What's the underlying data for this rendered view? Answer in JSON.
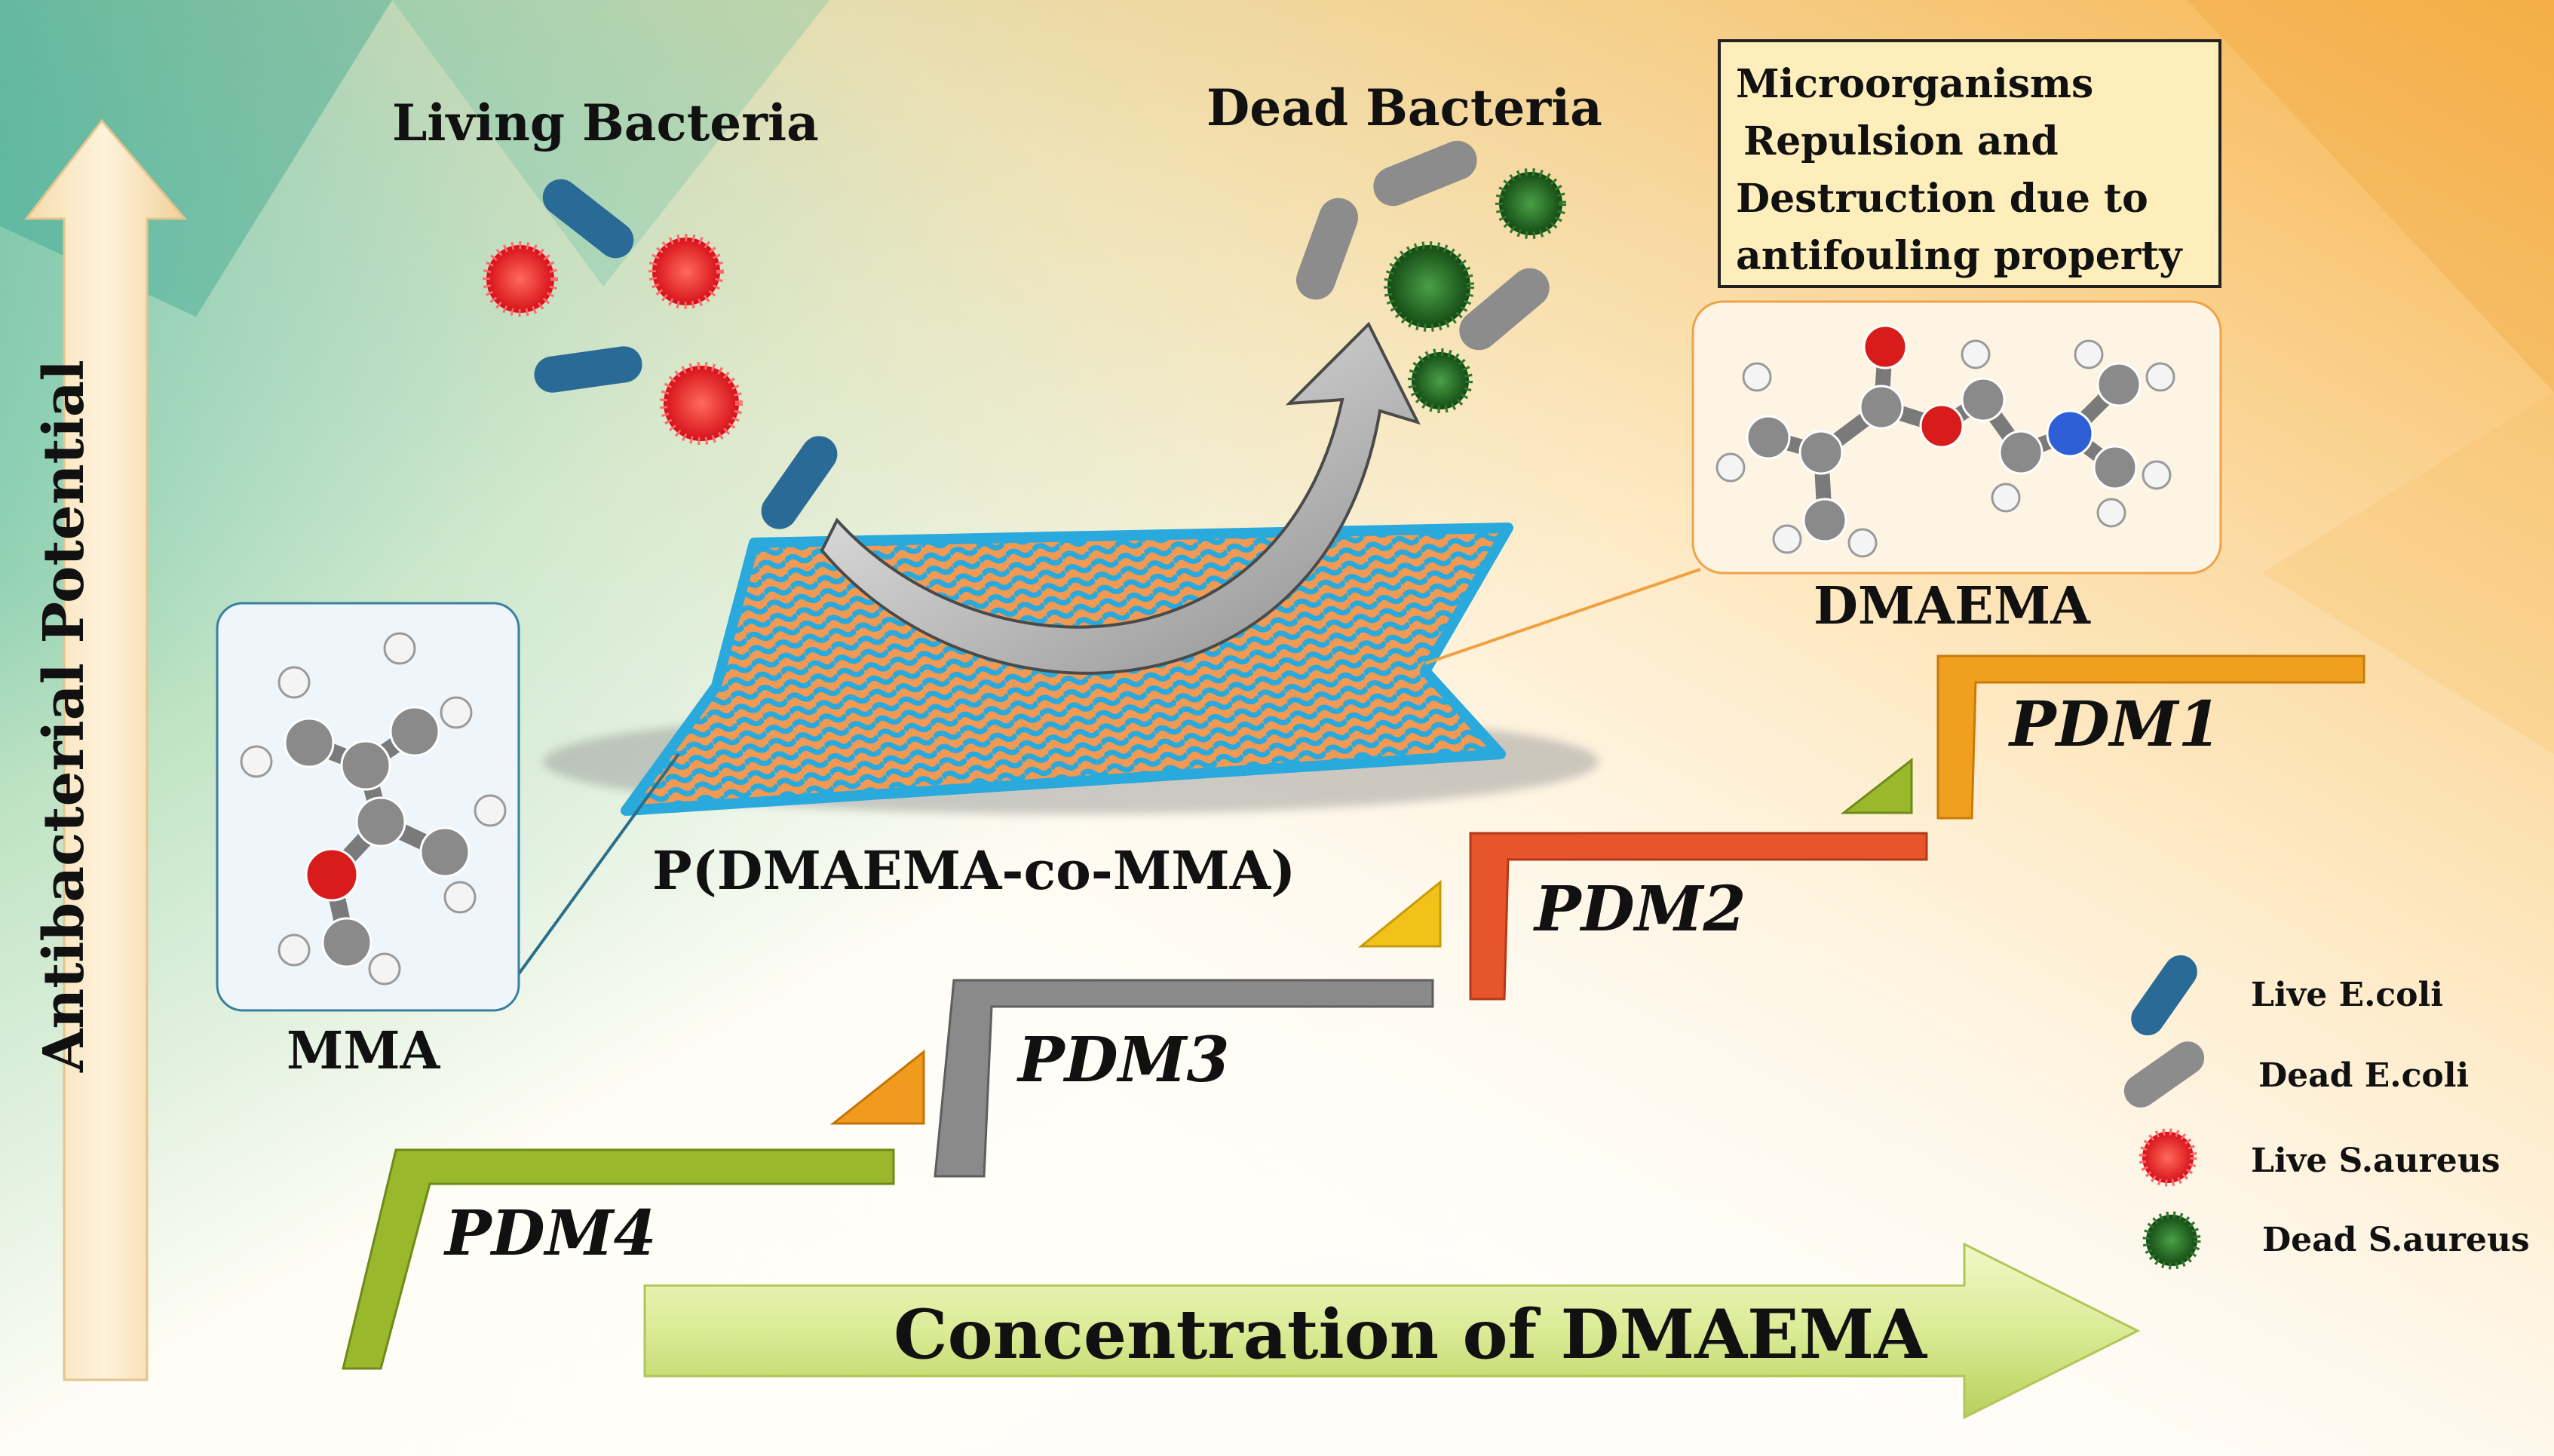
{
  "vertical_axis_label": "Antibacterial Potential",
  "horizontal_axis_label": "Concentration of DMAEMA",
  "living_bacteria_label": "Living Bacteria",
  "dead_bacteria_label": "Dead Bacteria",
  "info_box": {
    "lines": [
      "Microorganisms",
      "Repulsion and",
      "Destruction due to",
      "antifouling property"
    ]
  },
  "molecules": {
    "mma": "MMA",
    "dmaema": "DMAEMA"
  },
  "polymer_label": "P(DMAEMA-co-MMA)",
  "steps": [
    {
      "label": "PDM1",
      "color": "#f0a01e"
    },
    {
      "label": "PDM2",
      "color": "#e8552a"
    },
    {
      "label": "PDM3",
      "color": "#8a8a8a"
    },
    {
      "label": "PDM4",
      "color": "#9ab82c"
    }
  ],
  "legend": [
    {
      "label": "Live E.coli",
      "icon": "live-ecoli-icon"
    },
    {
      "label": "Dead E.coli",
      "icon": "dead-ecoli-icon"
    },
    {
      "label": "Live S.aureus",
      "icon": "live-saureus-icon"
    },
    {
      "label": "Dead S.aureus",
      "icon": "dead-saureus-icon"
    }
  ],
  "colors": {
    "live_ecoli": "#2a6a96",
    "dead_ecoli": "#8c8c8c",
    "live_saureus": "#e8191c",
    "dead_saureus": "#1e5e1c",
    "polymer_orange": "#f29a54",
    "polymer_blue": "#29a9dc"
  }
}
